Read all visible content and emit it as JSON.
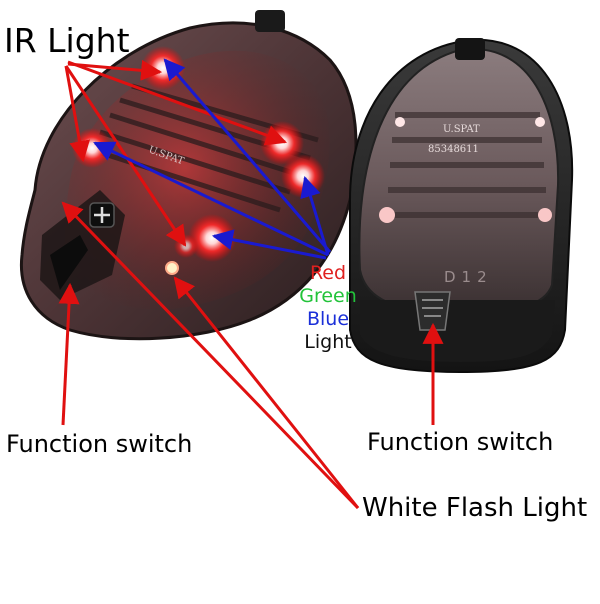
{
  "labels": {
    "ir_light": "IR Light",
    "function_switch_left": "Function switch",
    "function_switch_right": "Function switch",
    "white_flash_light": "White Flash Light",
    "rgb_words": [
      {
        "text": "Red",
        "color": "#e0201f"
      },
      {
        "text": "Green",
        "color": "#22c33a"
      },
      {
        "text": "Blue",
        "color": "#1a2fd8"
      },
      {
        "text": "Light",
        "color": "#111111"
      }
    ]
  },
  "device_markings": {
    "patent_left": "U.SPAT",
    "patent_right": "U.SPAT",
    "serial": "85348611",
    "model": "D12"
  },
  "colors": {
    "arrow_red": "#e01010",
    "arrow_blue": "#1a1ad0",
    "led_glow": "#ff2a2a"
  }
}
